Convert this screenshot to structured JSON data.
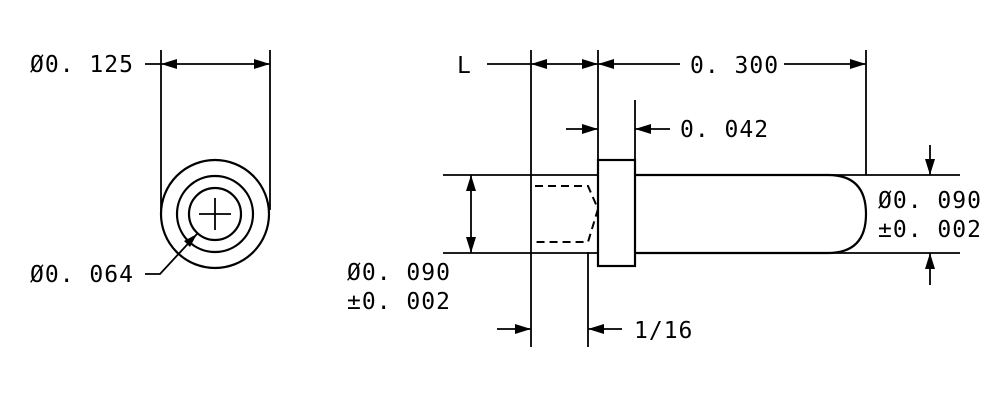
{
  "end_view": {
    "outer_diameter": "Ø0. 125",
    "inner_diameter": "Ø0. 064"
  },
  "side_view": {
    "length_label": "L",
    "overall_length": "0. 300",
    "flange_thickness": "0. 042",
    "pin_diameter_value": "Ø0. 090",
    "pin_diameter_tol": "±0. 002",
    "tail_diameter_value": "Ø0. 090",
    "tail_diameter_tol": "±0. 002",
    "gap": "1/16"
  }
}
